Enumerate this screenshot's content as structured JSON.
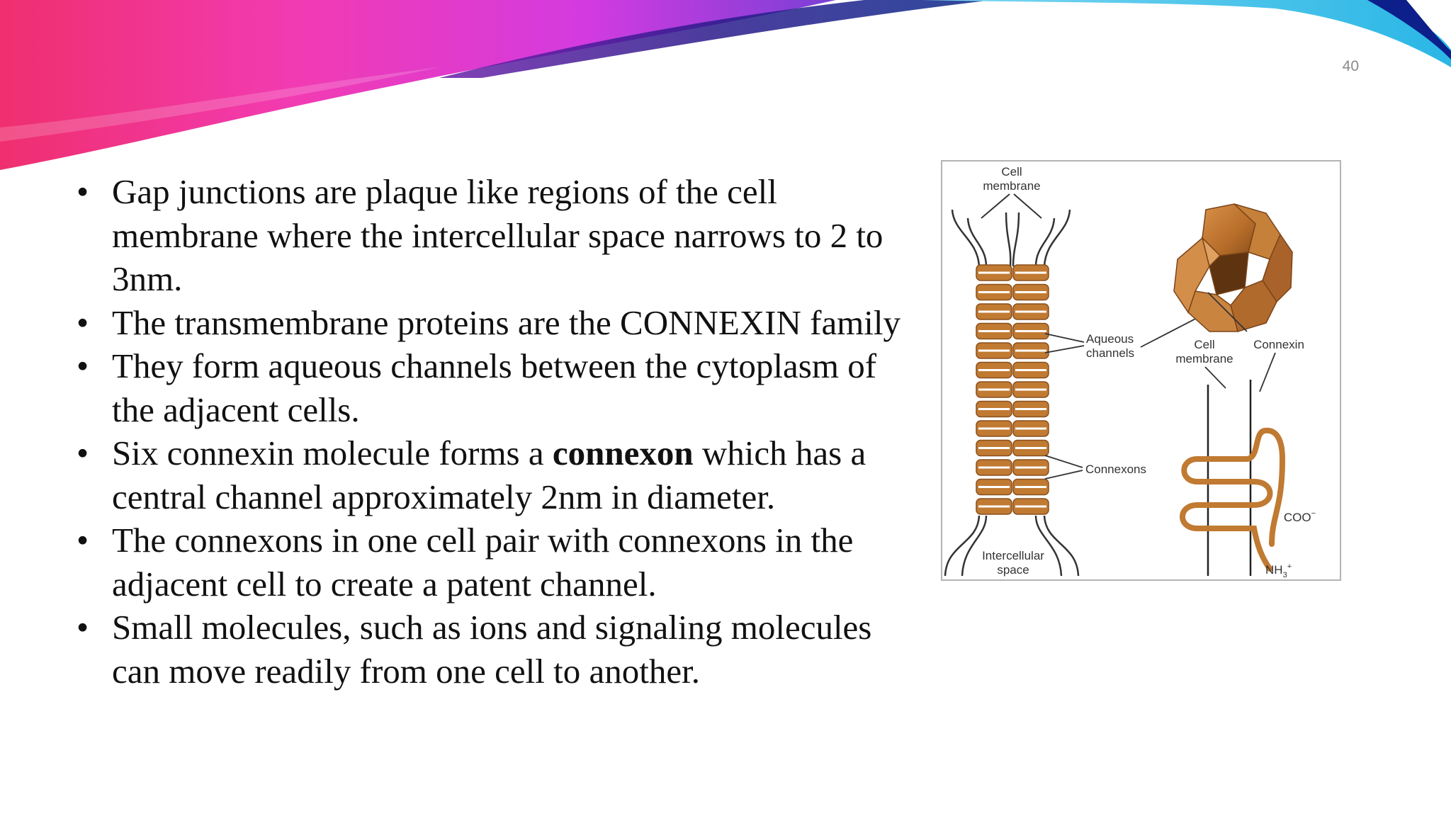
{
  "slide_number": "40",
  "bullets": [
    {
      "text": "Gap junctions are plaque like regions of the cell membrane where the intercellular space narrows to 2 to 3nm."
    },
    {
      "text": "The transmembrane proteins are the CONNEXIN family"
    },
    {
      "text": "They form aqueous channels between the cytoplasm of the adjacent cells."
    },
    {
      "before": "Six connexin molecule forms a ",
      "bold": "connexon",
      "after": " which has a central channel approximately 2nm in diameter."
    },
    {
      "text": "The connexons in one cell pair with connexons in the adjacent cell to create a patent channel."
    },
    {
      "text": "Small molecules, such as ions and signaling molecules can move readily from one cell to another."
    }
  ],
  "figure": {
    "labels": {
      "cell_membrane_top_1": "Cell",
      "cell_membrane_top_2": "membrane",
      "aqueous_1": "Aqueous",
      "aqueous_2": "channels",
      "connexons": "Connexons",
      "intercellular_1": "Intercellular",
      "intercellular_2": "space",
      "cell_membrane_right_1": "Cell",
      "cell_membrane_right_2": "membrane",
      "connexin": "Connexin",
      "coo": "COO",
      "coo_sup": "−",
      "nh_main": "NH",
      "nh_sub": "3",
      "nh_sup": "+"
    },
    "colors": {
      "protein": "#c07a32",
      "protein_dark": "#8a4f1c",
      "protein_light": "#d89048",
      "line": "#333333"
    }
  }
}
